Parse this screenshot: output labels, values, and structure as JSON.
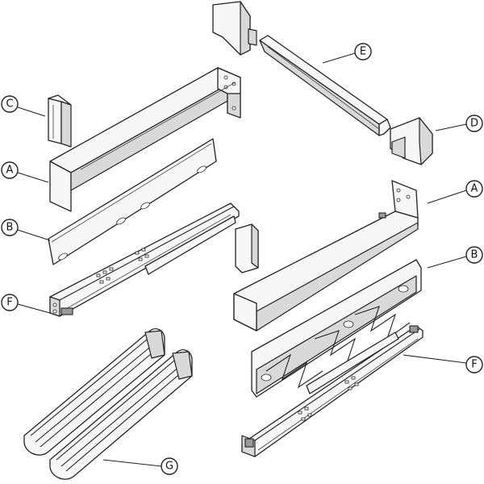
{
  "callouts": {
    "c": {
      "letter": "C"
    },
    "a1": {
      "letter": "A"
    },
    "b1": {
      "letter": "B"
    },
    "f1": {
      "letter": "F"
    },
    "e": {
      "letter": "E"
    },
    "d": {
      "letter": "D"
    },
    "a2": {
      "letter": "A"
    },
    "b2": {
      "letter": "B"
    },
    "f2": {
      "letter": "F"
    },
    "g": {
      "letter": "G"
    }
  }
}
